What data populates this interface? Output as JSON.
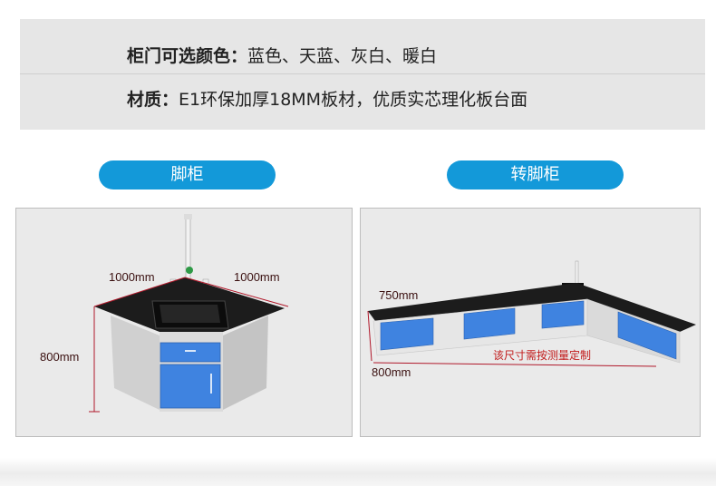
{
  "specs": {
    "colors_label": "柜门可选颜色：",
    "colors_value": "蓝色、天蓝、灰白、暖白",
    "material_label": "材质：",
    "material_value": "E1环保加厚18MM板材，优质实芯理化板台面"
  },
  "left": {
    "title": "脚柜",
    "dim_width_left": "1000mm",
    "dim_width_right": "1000mm",
    "dim_height": "800mm"
  },
  "right": {
    "title": "转脚柜",
    "dim_height": "750mm",
    "dim_depth": "800mm",
    "note": "该尺寸需按测量定制"
  },
  "colors": {
    "pill": "#1399d9",
    "cabinet_door": "#3f83e0",
    "countertop": "#1c1c1c",
    "dimension_line": "#b0182a"
  }
}
